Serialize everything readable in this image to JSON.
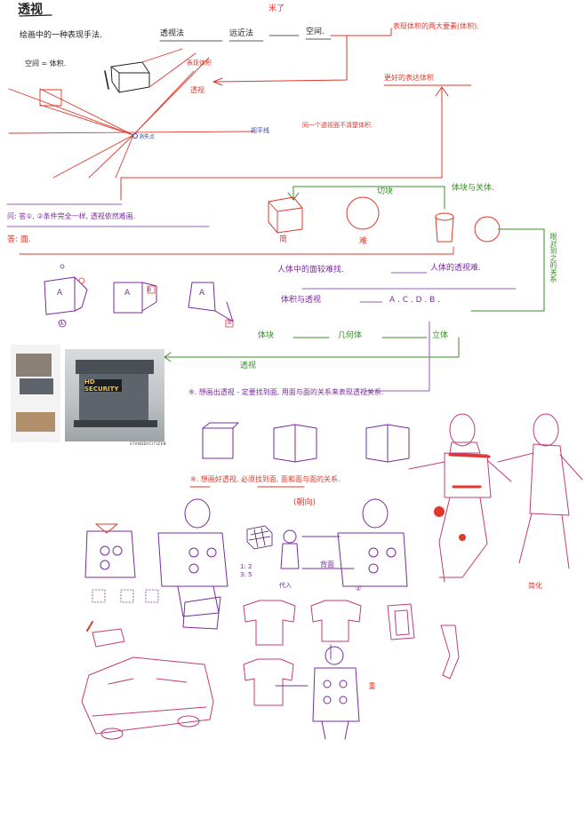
{
  "colors": {
    "red": "#e0382b",
    "purple": "#7a2a9c",
    "green": "#3a8c2a",
    "blue": "#3340a8",
    "black": "#222222"
  },
  "notes": {
    "title": "透视",
    "top_center": "米了",
    "line1_left": "绘画中的一种表现手法.",
    "line1_a": "透视法",
    "line1_b": "远近法",
    "line1_c": "空间.",
    "space_volume": "空间 = 体积.",
    "show_volume": "表现体积",
    "perspective_red": "透视",
    "horizon": "视平线",
    "vanish": "消失点",
    "same_plane": "同一个透视面不清楚体积.",
    "basis_top_right": "表现体积的两大要素(体积).",
    "better_volume": "更好的表达体积",
    "slice": "切块",
    "stick_cylinder": "体块与关体.",
    "issue_line": "问: 答①, ②条件完全一样, 透视依然难画.",
    "answer_face": "答: 面.",
    "simple": "简",
    "hard": "难",
    "look_right": "眼对到之的关系",
    "human_face": "人体中的面较难找.",
    "human_persp": "人体的透视难.",
    "volume_persp": "体积与透视",
    "abcd": "A . C . D . B .",
    "body_block": "体块",
    "geometry": "几何体",
    "solid": "立体",
    "perspective_green": "透视",
    "face_label_a": "A",
    "num_1": "①",
    "num_2": "②",
    "want_persp": "※. 想画出透视 - 定要找到面, 用面与面的关系来表现透视关系.",
    "want_good": "※. 想画好透视, 必须找到面, 面和面与面的关系.",
    "orientation": "(朝向)",
    "back_face": "背面",
    "nums_left": "1: 2\n3: 5",
    "push_in": "代入",
    "simplify": "简化",
    "heavy": "重",
    "tag_a": "A",
    "tag_b": "B",
    "photo_brand": "HD SECURITY",
    "photo_caption": "STANDBYCITIZEN"
  }
}
